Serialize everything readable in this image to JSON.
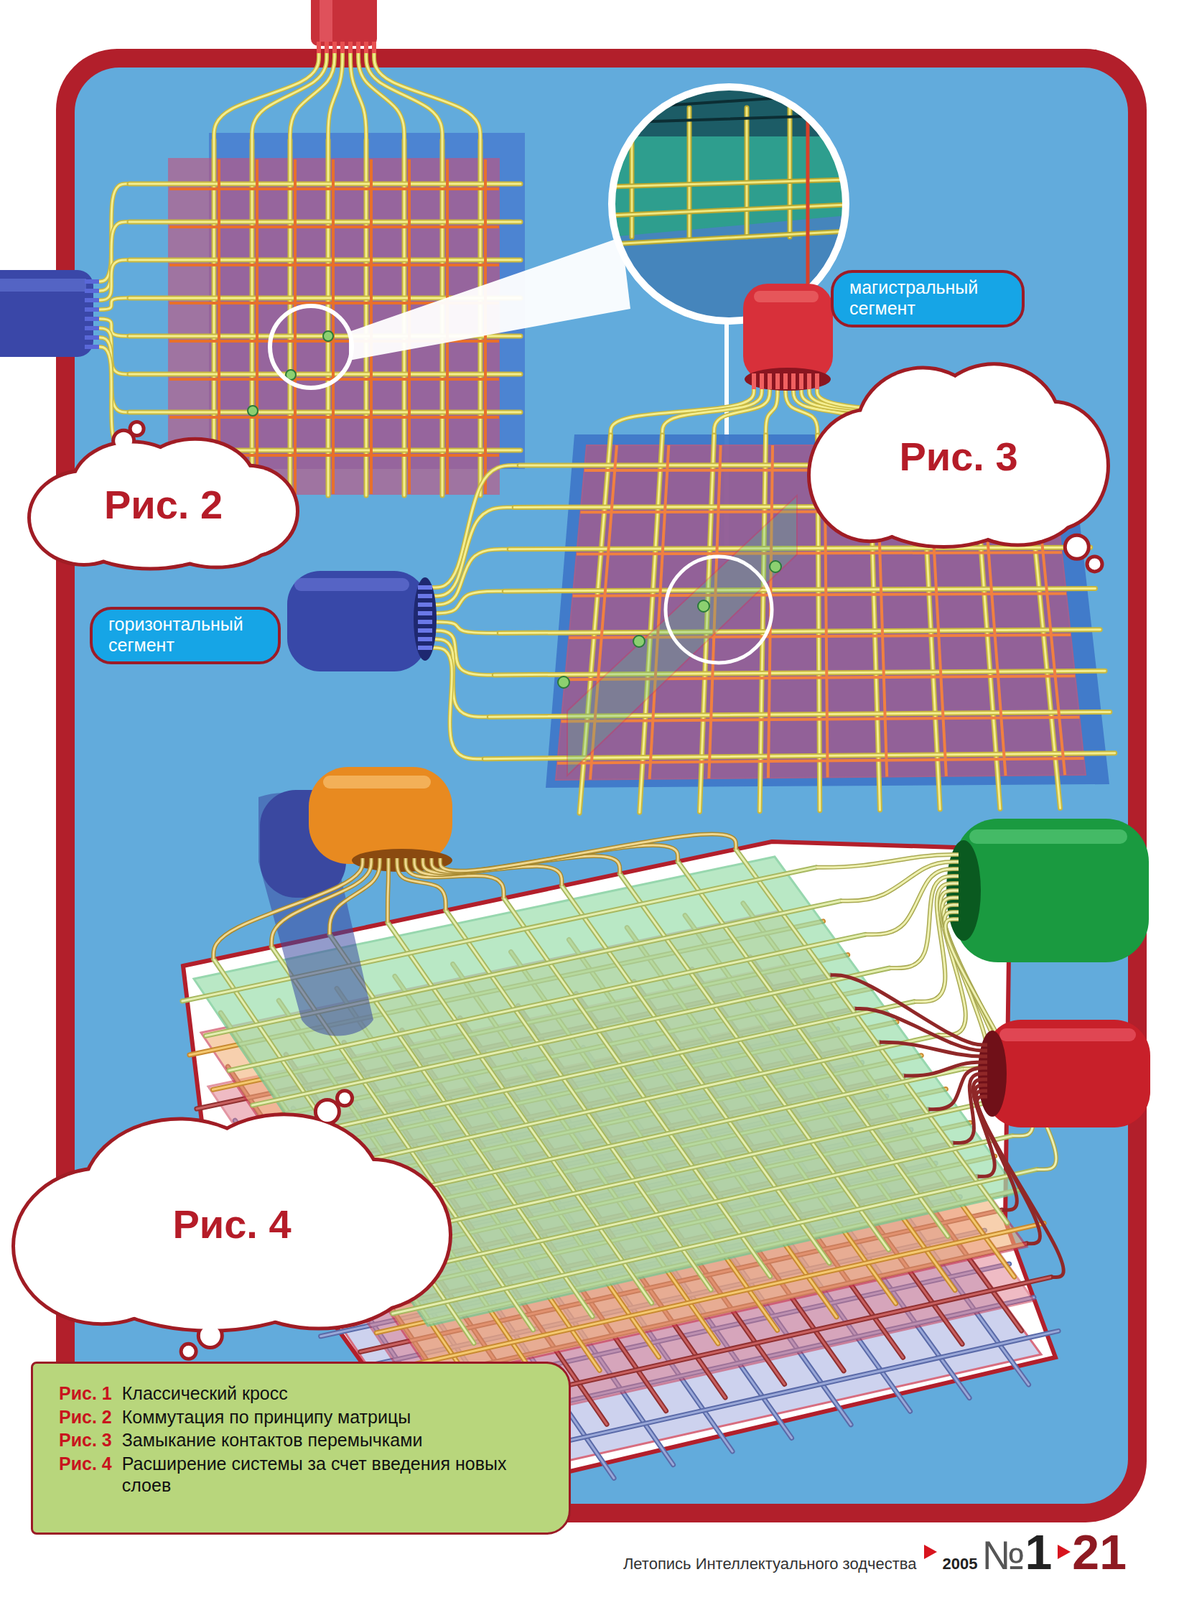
{
  "diagram": {
    "nodes": [
      {
        "text": [
          "магистральный сегмент"
        ]
      },
      {
        "text": [
          "Рис. 3"
        ]
      },
      {
        "text": [
          "Рис. 2"
        ]
      },
      {
        "text": [
          "горизонтальный сегмент"
        ]
      },
      {
        "text": [
          "Рис. 4"
        ]
      },
      {
        "text": [
          "Рис. 1",
          "Классический кросс",
          "Рис. 2",
          "Коммутация по принципу матрицы",
          "Рис. 3",
          "Замыкание контактов перемычками",
          "Рис. 4",
          "Расширение системы за счет введения новых слоев"
        ]
      }
    ],
    "labels": [
      "Летопись Интеллектуального зодчества",
      "2005",
      "№",
      "1",
      "21"
    ]
  }
}
